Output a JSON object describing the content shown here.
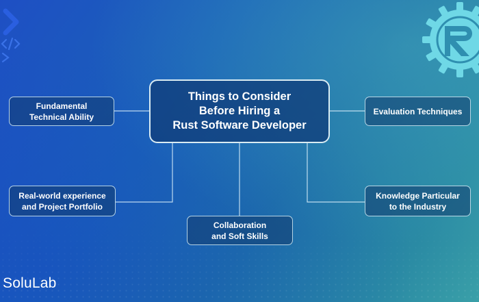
{
  "diagram": {
    "center": "Things to Consider\nBefore Hiring a\nRust Software Developer",
    "nodes": {
      "fundamental": "Fundamental\nTechnical Ability",
      "evaluation": "Evaluation Techniques",
      "real_world": "Real-world experience\nand Project Portfolio",
      "knowledge": "Knowledge Particular\nto the Industry",
      "collaboration": "Collaboration\nand Soft Skills"
    }
  },
  "brand": {
    "logo_text": "SoluLab"
  },
  "icons": {
    "top_left": [
      "chevron-right-icon",
      "code-tag-icon"
    ],
    "top_right": "rust-gear-logo-icon"
  },
  "colors": {
    "background_start": "#1e4fc4",
    "background_end": "#3aa0a8",
    "box_border": "#d2ebf5",
    "text": "#ffffff",
    "rust_logo": "#6fd8e6"
  }
}
